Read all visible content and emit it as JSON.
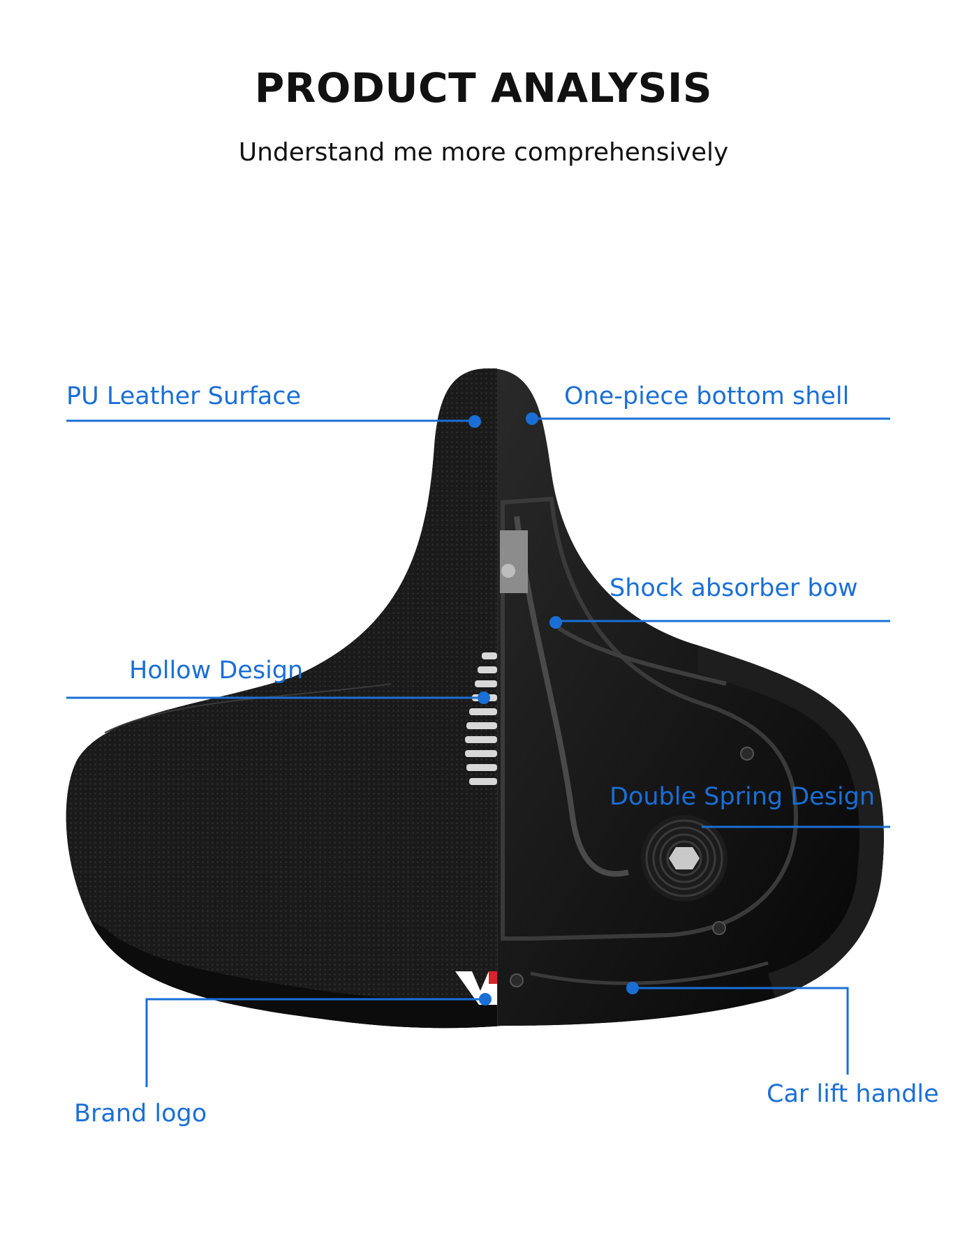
{
  "header": {
    "title": "PRODUCT ANALYSIS",
    "subtitle": "Understand me more comprehensively"
  },
  "callouts": {
    "pu_leather": "PU Leather Surface",
    "bottom_shell": "One-piece bottom shell",
    "shock_bow": "Shock absorber bow",
    "hollow": "Hollow Design",
    "double_spring": "Double Spring Design",
    "brand_logo": "Brand logo",
    "lift_handle": "Car lift handle"
  },
  "colors": {
    "accent": "#1a6fd6",
    "saddle": "#111111",
    "text": "#111111"
  }
}
